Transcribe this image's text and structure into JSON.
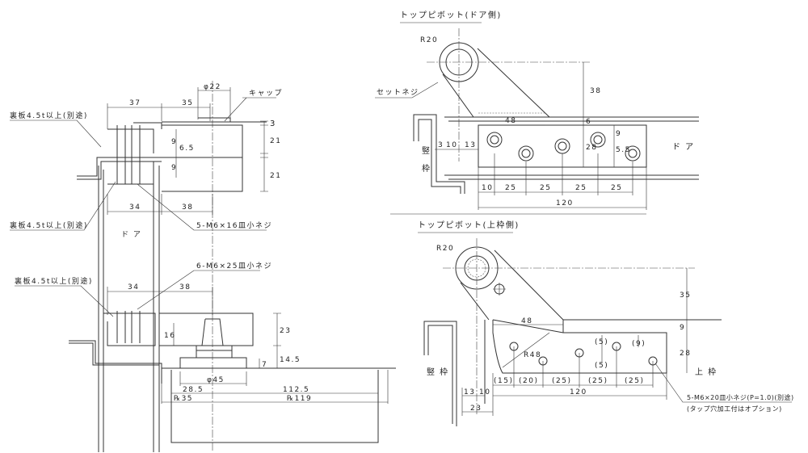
{
  "left_top": {
    "back_plate_1": "裏板4.5t以上(別途)",
    "back_plate_2": "裏板4.5t以上(別途)",
    "dim_37": "37",
    "dim_35": "35",
    "dim_phi22": "φ22",
    "cap": "キャップ",
    "dim_9a": "9",
    "dim_6_5": "6.5",
    "dim_9b": "9",
    "dim_3": "3",
    "dim_21a": "21",
    "dim_21b": "21",
    "dim_34": "34",
    "dim_38": "38",
    "screw": "5-M6×16皿小ネジ",
    "door": "ド ア"
  },
  "left_bottom": {
    "screw": "6-M6×25皿小ネジ",
    "back_plate": "裏板4.5t以上(別途)",
    "dim_34": "34",
    "dim_38": "38",
    "dim_16": "16",
    "dim_23": "23",
    "dim_14_5": "14.5",
    "dim_7": "7",
    "dim_phi45": "φ45",
    "dim_28_5": "28.5",
    "dim_112_5": "112.5",
    "dim_r35": "℞35",
    "dim_r119": "℞119"
  },
  "right_top": {
    "title": "トップピボット(ドア側)",
    "r20": "R20",
    "set_screw": "セットネジ",
    "dim_38": "38",
    "dim_48": "48",
    "dim_6": "6",
    "dim_28": "28",
    "dim_9": "9",
    "dim_5_5": "5.5",
    "dim_3": "3",
    "dim_10a": "10",
    "dim_13": "13",
    "jamb_1": "竪",
    "jamb_2": "枠",
    "door": "ド ア",
    "dim_10b": "10",
    "dim_25": [
      "25",
      "25",
      "25",
      "25"
    ],
    "dim_120": "120"
  },
  "right_bottom": {
    "title": "トップピボット(上枠側)",
    "r20": "R20",
    "dim_35": "35",
    "dim_48": "48",
    "dim_9": "9",
    "r48": "R48",
    "dim_28": "28",
    "dim_p5a": "(5)",
    "dim_p5b": "(5)",
    "dim_p9": "(9)",
    "jamb": "竪 枠",
    "head": "上 枠",
    "pitch": [
      "(15)",
      "(20)",
      "(25)",
      "(25)",
      "(25)"
    ],
    "dim_120": "120",
    "dim_13": "13",
    "dim_10": "10",
    "dim_23": "23",
    "screw": "5-M6×20皿小ネジ(P=1.0)(別途)",
    "screw_note": "(タップ穴加工付はオプション)"
  }
}
